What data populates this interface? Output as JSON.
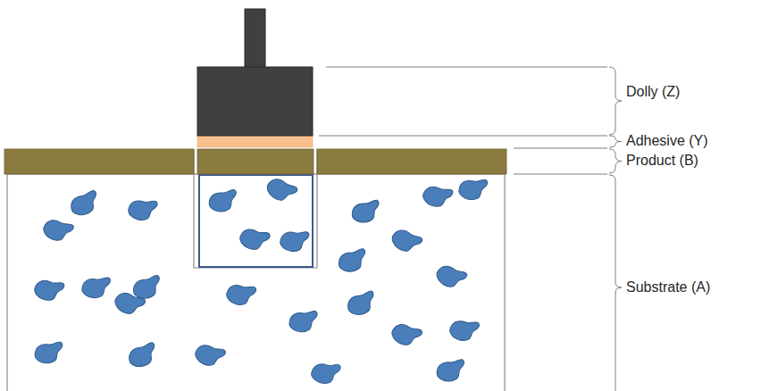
{
  "diagram": {
    "labels": [
      "Dolly (Z)",
      "Adhesive (Y)",
      "Product (B)",
      "Substrate (A)"
    ]
  }
}
